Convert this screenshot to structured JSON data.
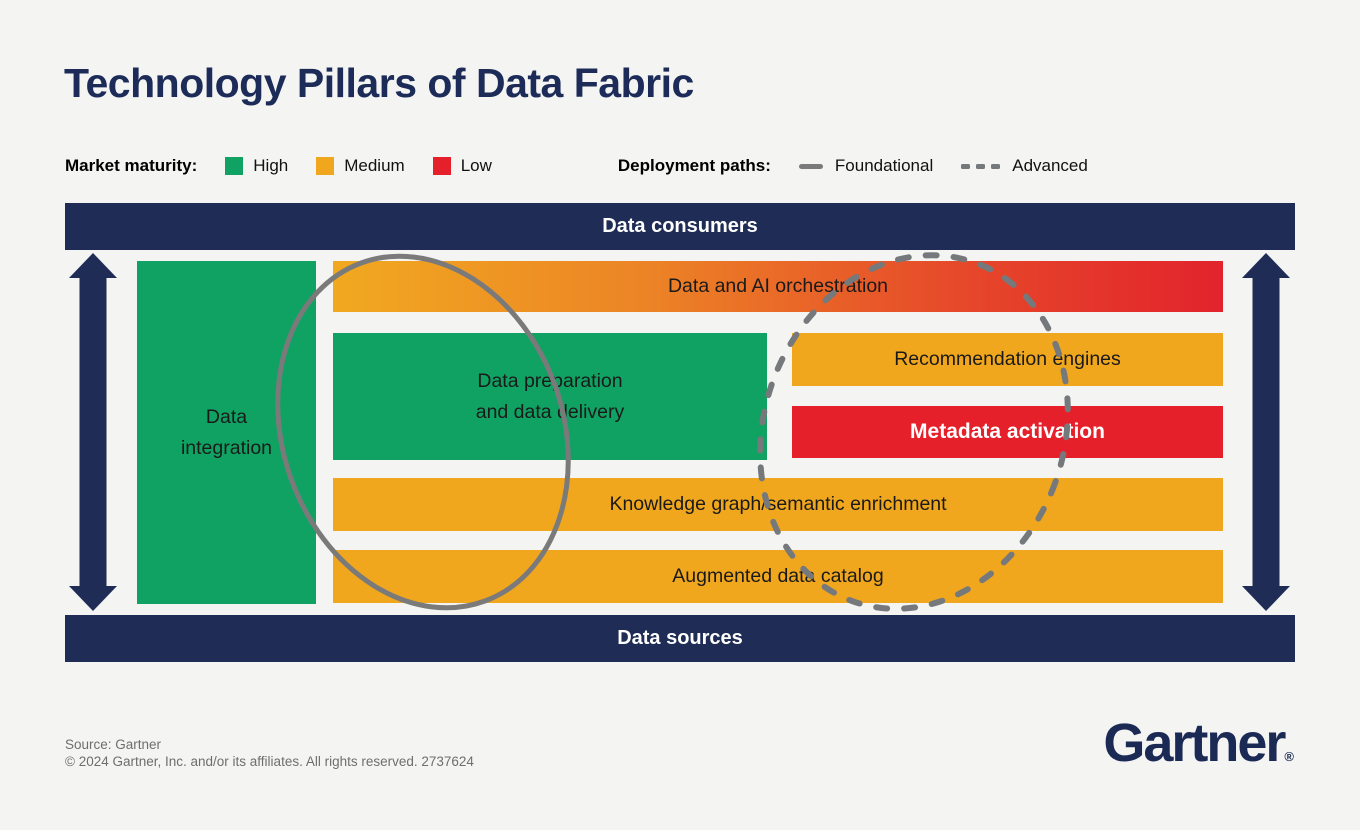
{
  "title": "Technology Pillars of Data Fabric",
  "legend": {
    "maturity": {
      "label": "Market maturity:",
      "items": [
        {
          "label": "High",
          "color": "#10a262"
        },
        {
          "label": "Medium",
          "color": "#f0a71e"
        },
        {
          "label": "Low",
          "color": "#e5202a"
        }
      ]
    },
    "deployment": {
      "label": "Deployment paths:",
      "items": [
        {
          "label": "Foundational",
          "style": "solid-line"
        },
        {
          "label": "Advanced",
          "style": "dashed-line"
        }
      ]
    }
  },
  "diagram": {
    "top_bar": "Data consumers",
    "bottom_bar": "Data sources",
    "pillars": {
      "integration": "Data integration",
      "orchestration": "Data and AI orchestration",
      "preparation": "Data preparation and data delivery",
      "recommendation": "Recommendation engines",
      "metadata": "Metadata activation",
      "knowledge": "Knowledge graph/semantic enrichment",
      "catalog": "Augmented data catalog"
    },
    "orchestration_gradient": [
      "#f1a920",
      "#e2232c"
    ],
    "navy": "#1f2d56",
    "path_colors": {
      "foundational": "#7a7a7a",
      "advanced": "#75797c"
    }
  },
  "footer": {
    "source": "Source: Gartner",
    "copyright": "© 2024 Gartner, Inc. and/or its affiliates. All rights reserved. 2737624",
    "logo_text": "Gartner",
    "logo_reg": "®"
  }
}
